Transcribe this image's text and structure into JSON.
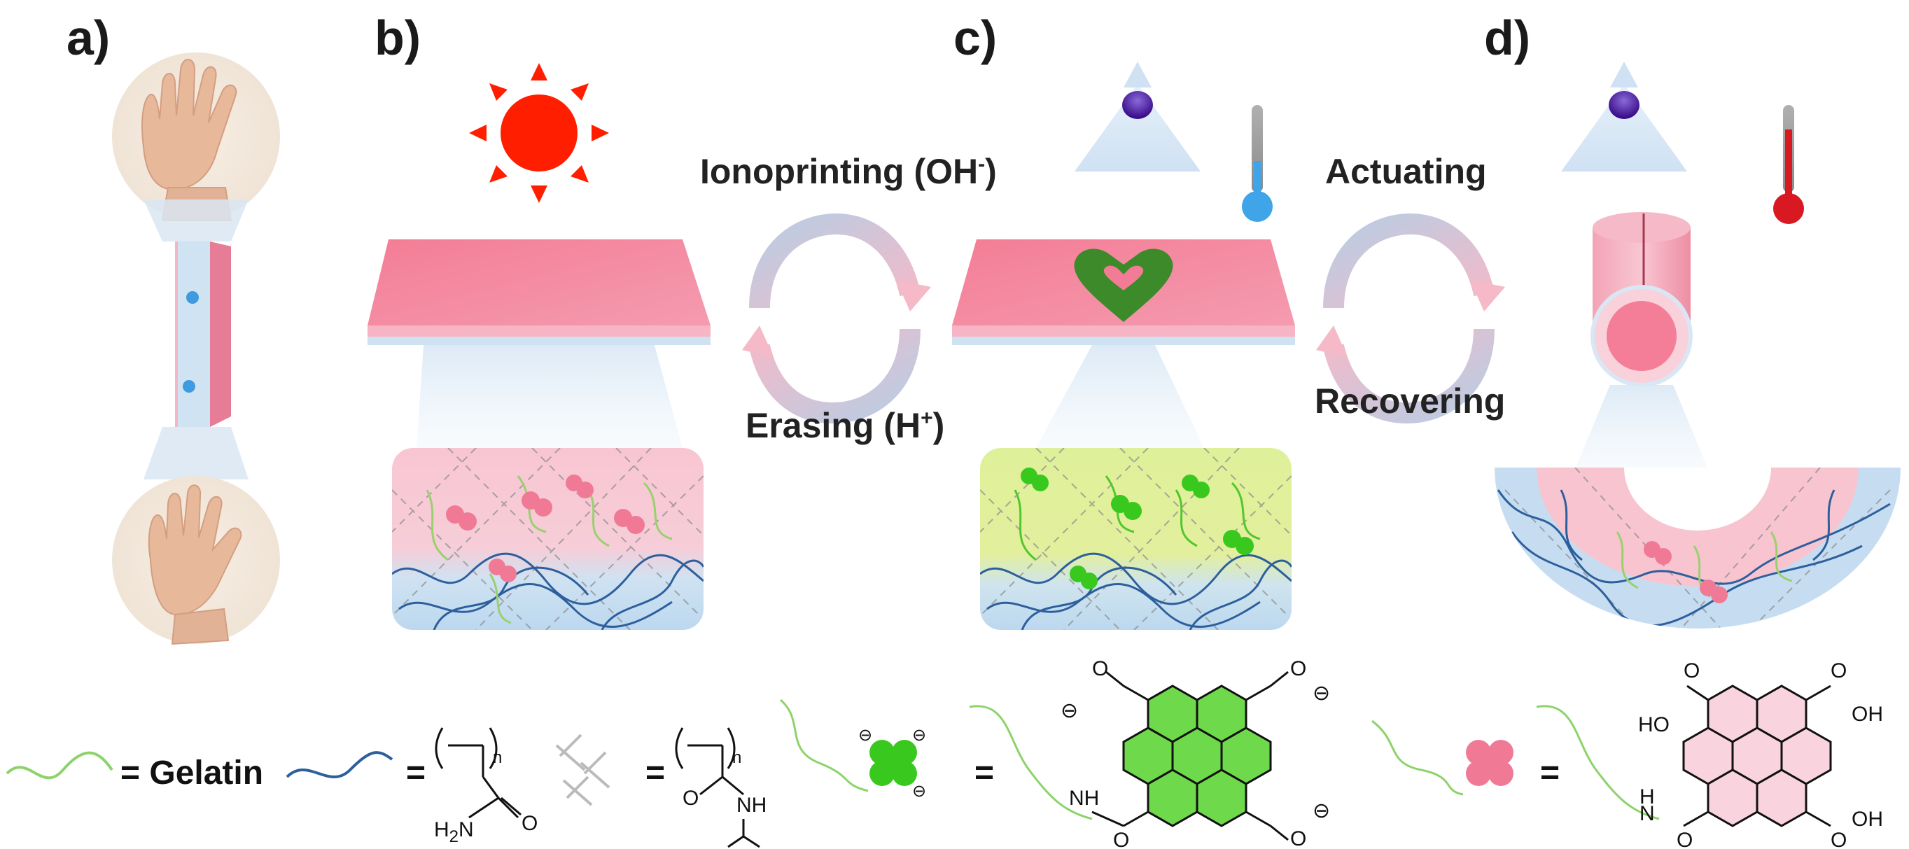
{
  "panels": {
    "a": "a)",
    "b": "b)",
    "c": "c)",
    "d": "d)"
  },
  "arrows": {
    "ionoprinting": "Ionoprinting (OH",
    "ionoprinting_sup": "-",
    "ionoprinting_close": ")",
    "erasing": "Erasing (H",
    "erasing_sup": "+",
    "erasing_close": ")",
    "actuating": "Actuating",
    "recovering": "Recovering"
  },
  "legend": {
    "gelatin": "= Gelatin",
    "equals": "=",
    "n": "n",
    "h2n": "H",
    "h2n_sub": "2",
    "h2n_n": "N",
    "O": "O",
    "NH": "NH",
    "H_NH": "H",
    "N_NH": "N",
    "OH": "OH",
    "HO": "HO",
    "minus": "⊖"
  },
  "colors": {
    "gel_pink": "#f28ea0",
    "gel_pink_light": "#f9c9d3",
    "gel_blue": "#bcdcf0",
    "gelatin_green": "#8dd36a",
    "dye_green": "#39c91e",
    "dye_pink": "#f07a96",
    "heart_green": "#3c8a2a",
    "sun_red": "#ff1a00",
    "polymer_blue": "#2a5d9a",
    "lamp_purple": "#5b1fa6"
  }
}
